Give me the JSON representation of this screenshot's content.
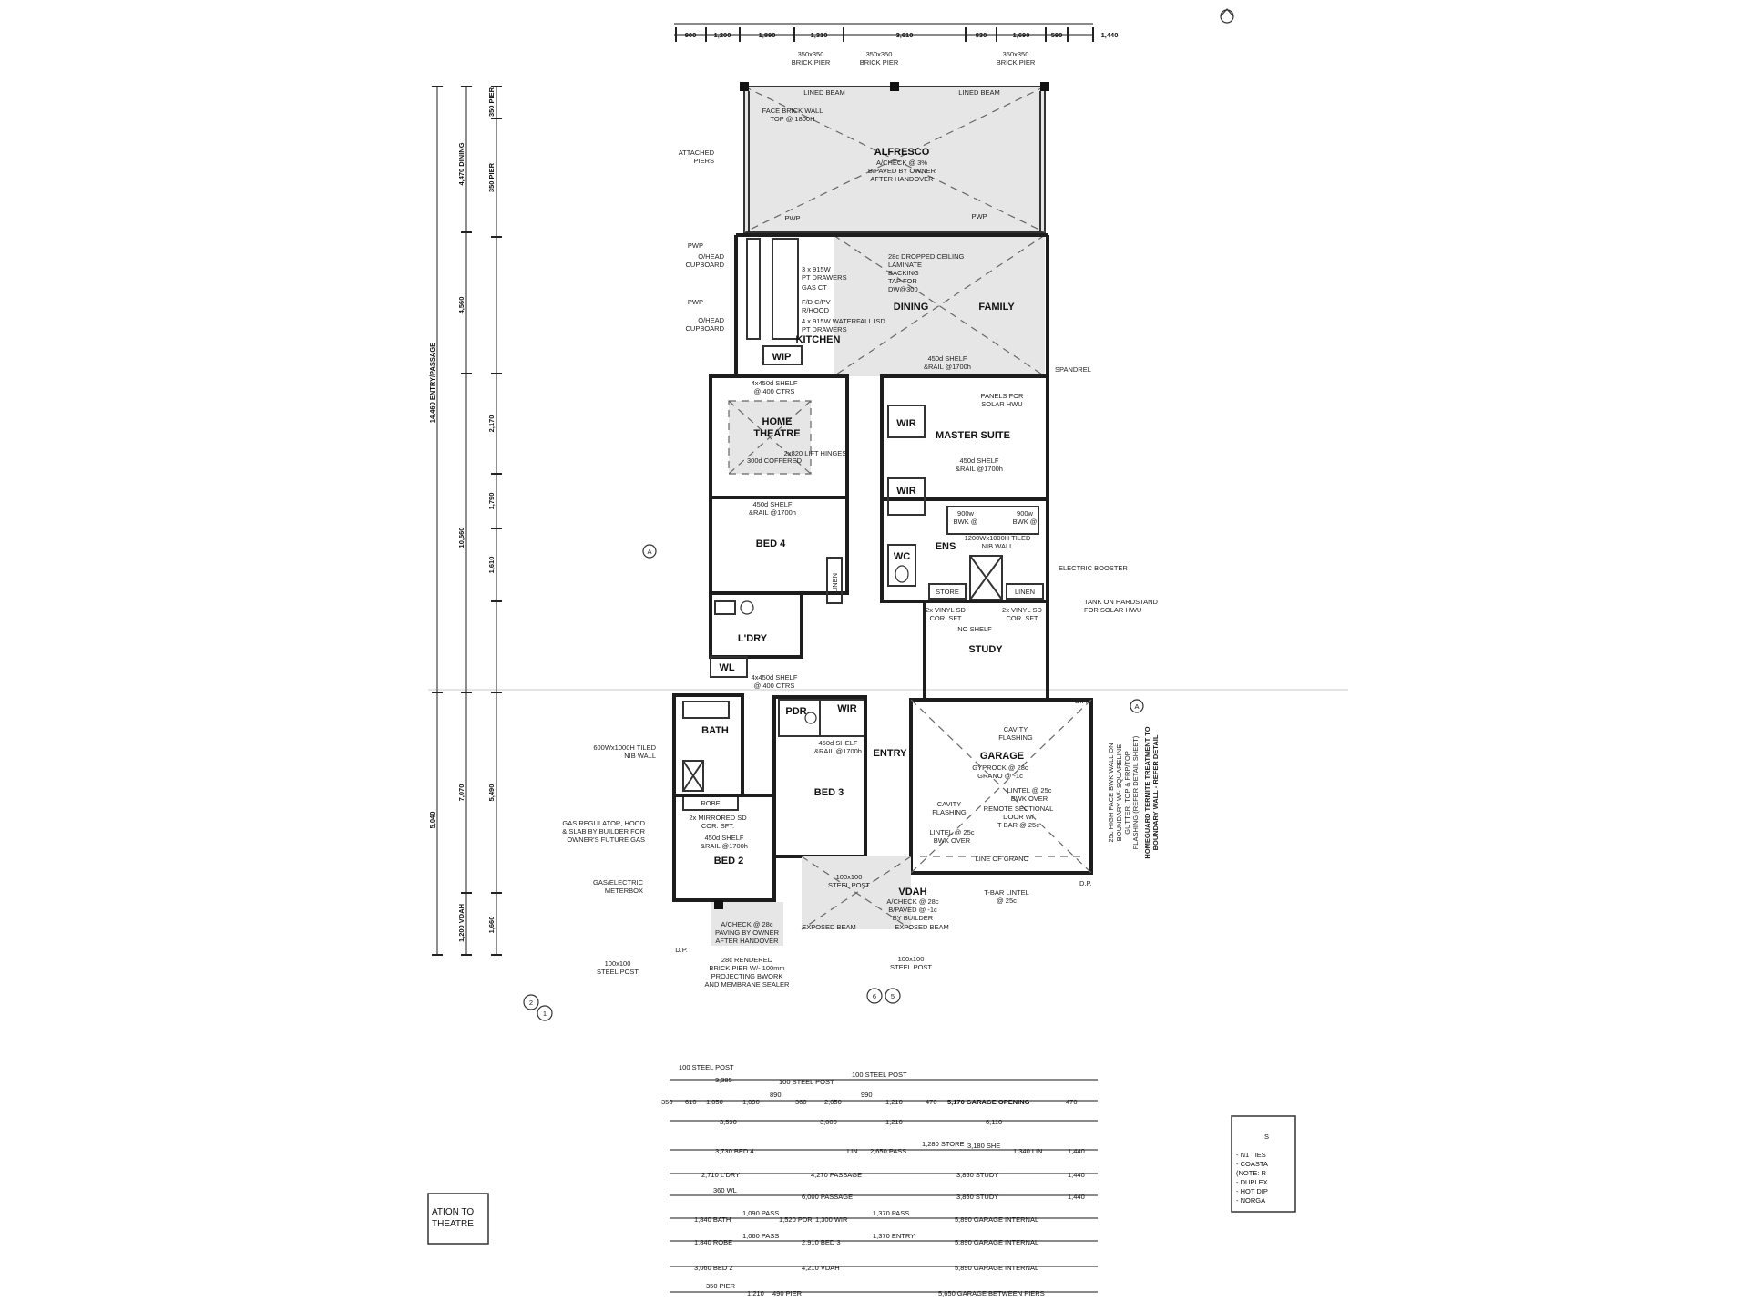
{
  "rooms": {
    "alfresco": "ALFRESCO",
    "kitchen": "KITCHEN",
    "wip": "WIP",
    "dining": "DINING",
    "family": "FAMILY",
    "home": "HOME",
    "theatre": "THEATRE",
    "wir1": "WIR",
    "master": "MASTER SUITE",
    "wir2": "WIR",
    "bed4": "BED 4",
    "ens": "ENS",
    "wc": "WC",
    "store": "STORE",
    "linen": "LINEN",
    "ldry": "L'DRY",
    "wl": "WL",
    "study": "STUDY",
    "bath": "BATH",
    "pdr": "PDR",
    "wir3": "WIR",
    "robe": "ROBE",
    "bed2": "BED 2",
    "bed3": "BED 3",
    "entry": "ENTRY",
    "garage": "GARAGE",
    "vdah": "VDAH"
  },
  "top_dims": [
    "900",
    "1,200",
    "1,890",
    "1,310",
    "3,610",
    "830",
    "1,690",
    "590",
    "1,440"
  ],
  "notes": {
    "pier1": "350x350",
    "pier1b": "BRICK PIER",
    "pier2": "350x350",
    "pier2b": "BRICK PIER",
    "pier3": "350x350",
    "pier3b": "BRICK PIER",
    "lined_beam": "LINED BEAM",
    "face_brick": "FACE BRICK WALL",
    "face_brick_top": "TOP @ 1800H",
    "attached": "ATTACHED",
    "piers": "PIERS",
    "alf_1": "A/CHECK @ 3%",
    "alf_2": "B/PAVED BY OWNER",
    "alf_3": "AFTER HANDOVER",
    "pwp": "PWP",
    "oh1": "O/HEAD",
    "oh1b": "CUPBOARD",
    "oh2": "O/HEAD",
    "oh2b": "CUPBOARD",
    "k1": "3 x 915W",
    "k2": "PT DRAWERS",
    "k3": "GAS CT",
    "k4": "F/D C/PV",
    "k5": "R/HOOD",
    "k6": "4 x 915W WATERFALL ISD",
    "k7": "PT DRAWERS",
    "ceil1": "28c DROPPED CEILING",
    "ceil2": "LAMINATE",
    "ceil3": "BACKING",
    "ceil4": "TAP FOR",
    "ceil5": "DW@300",
    "shelf_a": "4x450d SHELF",
    "shelf_a2": "@ 400 CTRS",
    "shelf_b": "450d SHELF",
    "shelf_b2": "&RAIL @1700h",
    "shelf_c": "450d SHELF",
    "shelf_c2": "&RAIL @1700h",
    "shelf_d": "450d SHELF",
    "shelf_d2": "&RAIL @1700h",
    "shelf_e": "4x450d SHELF",
    "shelf_e2": "@ 400 CTRS",
    "shelf_f": "450d SHELF",
    "shelf_f2": "&RAIL @1700h",
    "shelf_g": "450d SHELF",
    "shelf_g2": "&RAIL @1700h",
    "spandrel": "SPANDREL",
    "solar1": "PANELS FOR",
    "solar2": "SOLAR HWU",
    "coffer": "300d COFFERED",
    "hinges": "2x820 LIFT HINGES",
    "tiled1": "1200Wx1000H TILED",
    "tiled2": "NIB WALL",
    "basin1": "900w",
    "basin1b": "BWK @",
    "basin2": "900w",
    "basin2b": "BWK @",
    "booster": "ELECTRIC BOOSTER",
    "tank1": "TANK ON HARDSTAND",
    "tank2": "FOR SOLAR HWU",
    "vinyl1": "2x VINYL SD",
    "vinyl1b": "COR. SFT",
    "vinyl2": "2x VINYL SD",
    "vinyl2b": "COR. SFT",
    "noshelf": "NO SHELF",
    "tiled_nib1": "600Wx1000H TILED",
    "tiled_nib2": "NIB WALL",
    "gas1": "GAS REGULATOR, HOOD",
    "gas2": "& SLAB BY BUILDER FOR",
    "gas3": "OWNER'S FUTURE GAS",
    "meter1": "GAS/ELECTRIC",
    "meter2": "METERBOX",
    "mirror1": "2x MIRRORED SD",
    "mirror2": "COR. SFT.",
    "cavity1": "CAVITY",
    "cavity2": "FLASHING",
    "gyp1": "GYPROCK @ 28c",
    "gyp2": "GRANO @ -1c",
    "lintel1": "LINTEL @ 25c",
    "lintel2": "BWK OVER",
    "cavity3": "CAVITY",
    "cavity4": "FLASHING",
    "remote1": "REMOTE SECTIONAL",
    "remote2": "DOOR W/",
    "remote3": "T-BAR @ 25c",
    "lintel3": "LINTEL @ 25c",
    "lintel4": "BWK OVER",
    "grano": "LINE OF GRANO",
    "tbar1": "T-BAR LINTEL",
    "tbar2": "@ 25c",
    "post1": "100x100",
    "post1b": "STEEL POST",
    "post2": "100x100",
    "post2b": "STEEL POST",
    "post3": "100x100",
    "post3b": "STEEL POST",
    "vdah1": "A/CHECK @ 28c",
    "vdah2": "B/PAVED @ -1c",
    "vdah3": "BY BUILDER",
    "porch1": "A/CHECK @ 28c",
    "porch2": "PAVING BY OWNER",
    "porch3": "AFTER HANDOVER",
    "expbeam1": "EXPOSED BEAM",
    "expbeam2": "EXPOSED BEAM",
    "render1": "28c RENDERED",
    "render2": "BRICK PIER W/- 100mm",
    "render3": "PROJECTING BWORK",
    "render4": "AND MEMBRANE SEALER",
    "dp": "D.P.",
    "termite": "HOMEGUARD TERMITE TREATMENT TO",
    "termite2": "BOUNDARY WALL - REFER DETAIL",
    "boundary1": "25c HIGH FACE BWK WALL ON",
    "boundary2": "BOUNDARY W/- SQUARELINE",
    "boundary3": "GUTTER, TOP & FRP/TOP",
    "boundary4": "FLASHING (REFER DETAIL SHEET)"
  },
  "markers": {
    "a": "A",
    "s2": "2",
    "s1": "1",
    "s6": "6",
    "s5": "5"
  },
  "left_dims": {
    "outer": "14,460 ENTRY/PASSAGE",
    "o2": "4,470 DINING",
    "o3": "5,040",
    "mid1": "4,560",
    "mid2": "10,560",
    "mid3": "7,070",
    "mid4": "1,200 VDAH",
    "inner1": "350 PIER",
    "inner2": "350 PIER",
    "inner3": "2,170",
    "inner4": "1,790",
    "inner5": "1,610",
    "inner6": "5,490",
    "inner7": "1,660"
  },
  "bottom_table": {
    "r0": [
      "100 STEEL POST"
    ],
    "r1": [
      "3,385",
      "100 STEEL POST",
      "100 STEEL POST"
    ],
    "r2": [
      "350",
      "610",
      "1,050",
      "1,090",
      "890",
      "360",
      "2,050",
      "990",
      "1,210",
      "470",
      "5,170 GARAGE OPENING",
      "470"
    ],
    "r3": [
      "3,590",
      "3,000",
      "1,210",
      "6,110"
    ],
    "r4": [
      "3,730 BED 4",
      "LIN",
      "2,650 PASS",
      "1,280 STORE",
      "3,180 SHE",
      "1,340 LIN",
      "1,440"
    ],
    "r5": [
      "2,710 L'DRY",
      "4,270 PASSAGE",
      "3,850 STUDY",
      "1,440"
    ],
    "r6": [
      "360 WL",
      "6,000 PASSAGE",
      "3,850 STUDY",
      "1,440"
    ],
    "r7": [
      "1,840 BATH",
      "1,090 PASS",
      "1,520 PDR",
      "1,300 WIR",
      "1,370 PASS",
      "5,890 GARAGE INTERNAL"
    ],
    "r8": [
      "1,840 ROBE",
      "1,060 PASS",
      "2,910 BED 3",
      "1,370 ENTRY",
      "5,890 GARAGE INTERNAL"
    ],
    "r9": [
      "3,060 BED 2",
      "4,210 VDAH",
      "5,890 GARAGE INTERNAL"
    ],
    "r10": [
      "350 PIER",
      "1,210",
      "490 PIER",
      "5,650 GARAGE BETWEEN PIERS"
    ]
  },
  "stamp": {
    "line1": "ATION TO",
    "line2": "THEATRE"
  },
  "side_box": {
    "t": "S",
    "l1": "- N1 TIES",
    "l2": "- COASTA",
    "l3": "(NOTE: R",
    "l4": "- DUPLEX",
    "l5": "- HOT DIP",
    "l6": "- NORGA"
  }
}
